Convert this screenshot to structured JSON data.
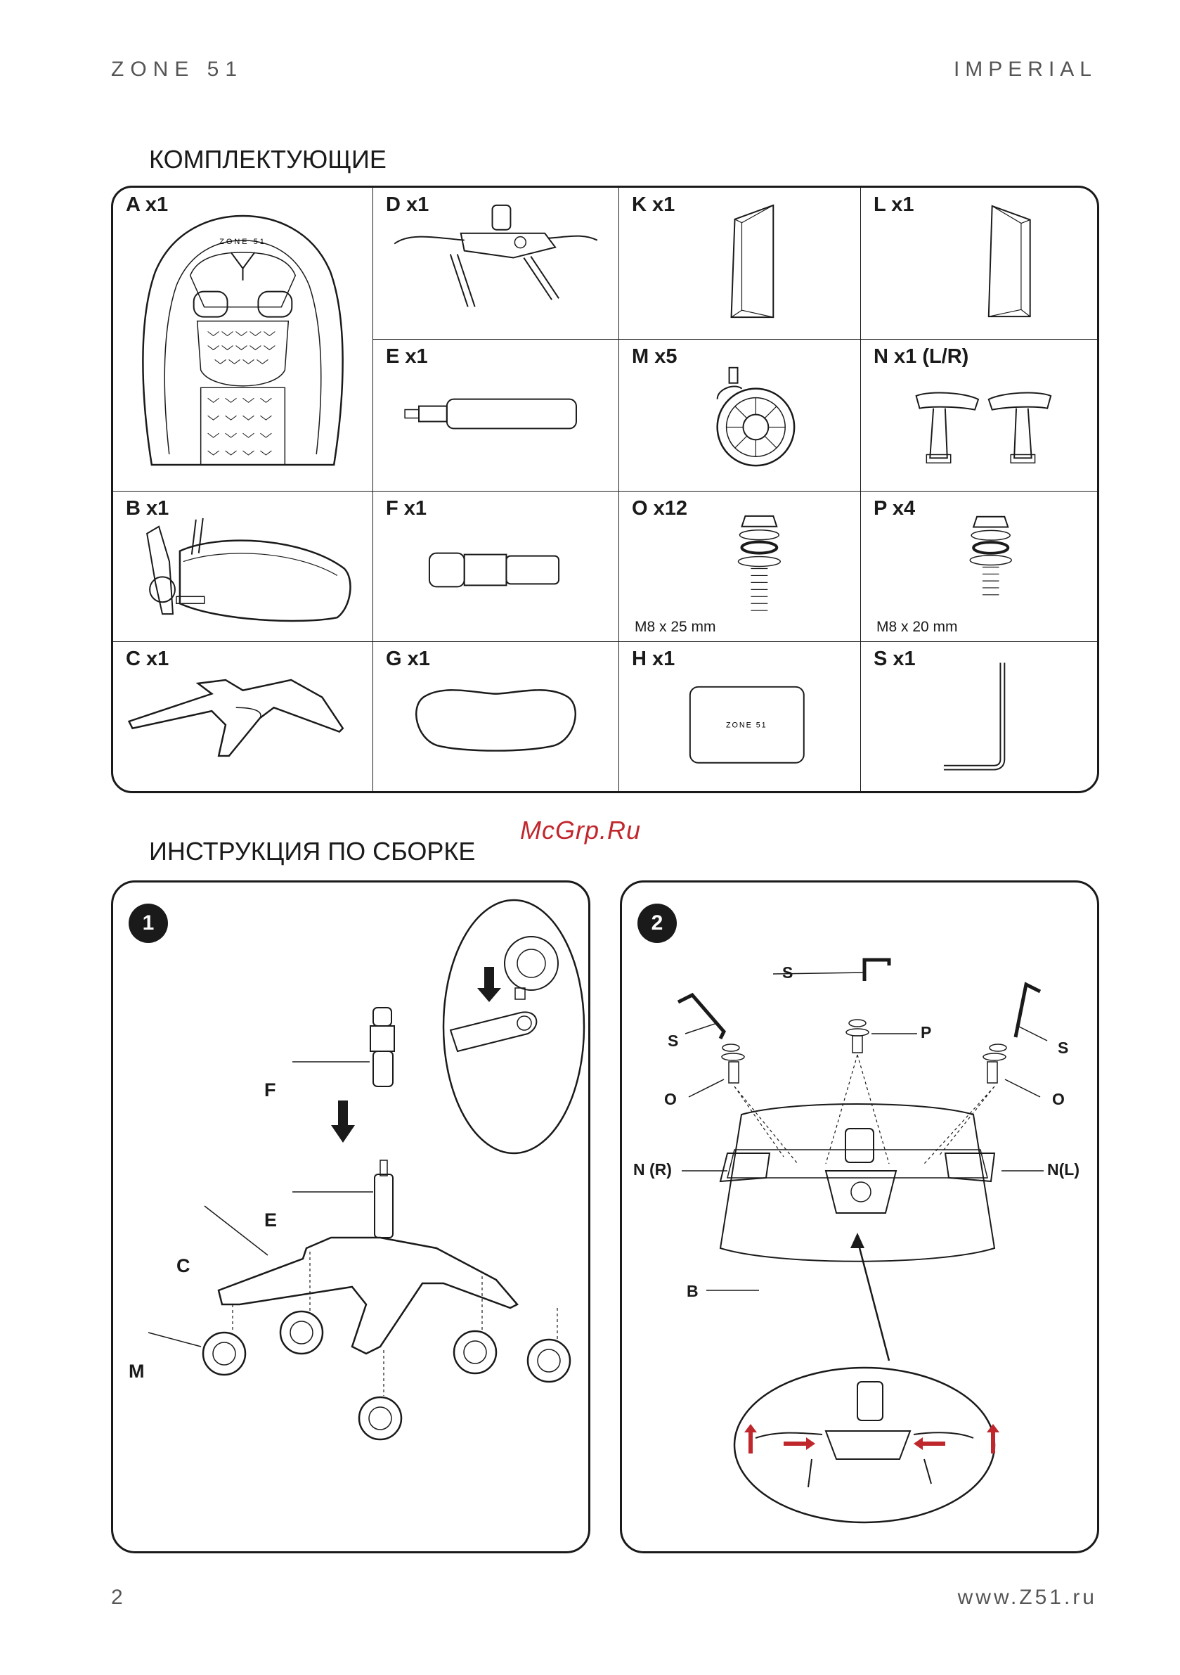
{
  "header": {
    "brand": "ZONE 51",
    "model": "IMPERIAL"
  },
  "components": {
    "title": "КОМПЛЕКТУЮЩИЕ",
    "parts": [
      {
        "label": "A x1",
        "note": ""
      },
      {
        "label": "D x1",
        "note": ""
      },
      {
        "label": "K x1",
        "note": ""
      },
      {
        "label": "L x1",
        "note": ""
      },
      {
        "label": "E x1",
        "note": ""
      },
      {
        "label": "M x5",
        "note": ""
      },
      {
        "label": "N x1 (L/R)",
        "note": ""
      },
      {
        "label": "B x1",
        "note": ""
      },
      {
        "label": "F x1",
        "note": ""
      },
      {
        "label": "O x12",
        "note": "M8 x 25 mm"
      },
      {
        "label": "P x4",
        "note": "M8 x 20 mm"
      },
      {
        "label": "C x1",
        "note": ""
      },
      {
        "label": "G x1",
        "note": ""
      },
      {
        "label": "H x1",
        "note": ""
      },
      {
        "label": "S x1",
        "note": ""
      }
    ],
    "card_text": "ZONE 51",
    "backrest_logo": "ZONE 51"
  },
  "watermark": "McGrp.Ru",
  "assembly": {
    "title": "ИНСТРУКЦИЯ ПО СБОРКЕ",
    "step1": {
      "number": "1",
      "labels": {
        "f": "F",
        "e": "E",
        "c": "C",
        "m": "M"
      }
    },
    "step2": {
      "number": "2",
      "labels": {
        "s_top": "S",
        "s_left": "S",
        "s_right": "S",
        "p": "P",
        "o_left": "O",
        "o_right": "O",
        "n_r": "N (R)",
        "n_l": "N(L)",
        "b": "B"
      }
    }
  },
  "footer": {
    "page": "2",
    "url": "www.Z51.ru"
  },
  "colors": {
    "ink": "#1a1a1a",
    "accent": "#c0272d",
    "muted": "#555555"
  }
}
